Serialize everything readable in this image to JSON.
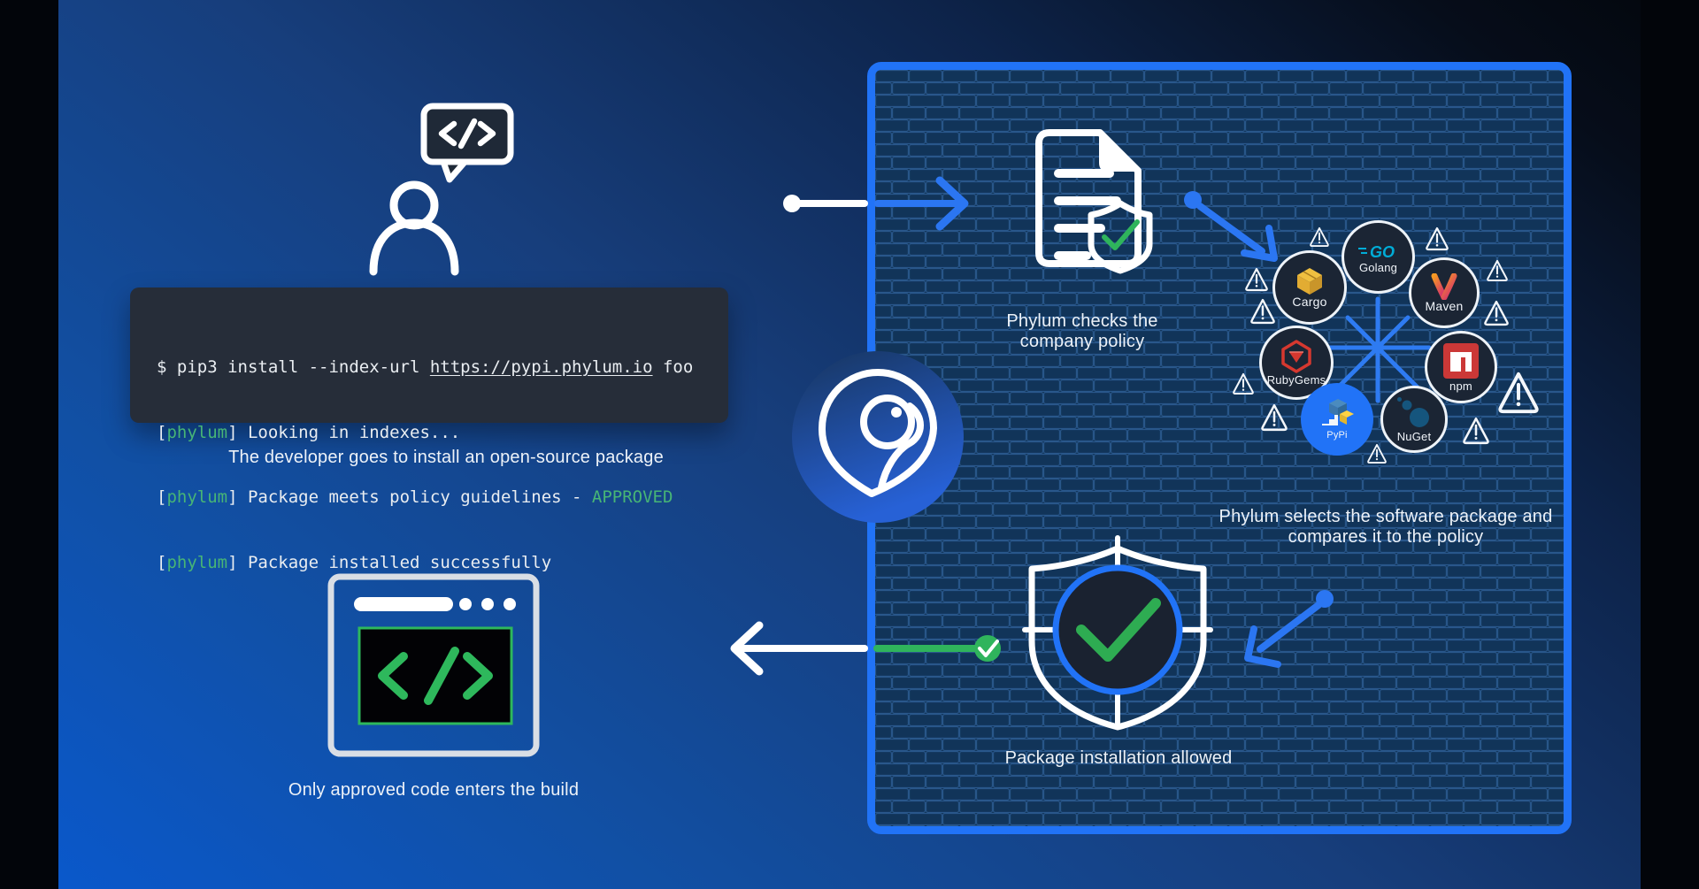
{
  "terminal": {
    "line1": {
      "pre": "$ pip3 install --index-url ",
      "url": "https://pypi.phylum.io",
      "post": " foo"
    },
    "bracket_open": "[",
    "tag": "phylum",
    "bracket_close": "] ",
    "line2": "Looking in indexes...",
    "line3": "Package meets policy guidelines - ",
    "line3_status": "APPROVED",
    "line4": "Package installed successfully"
  },
  "captions": {
    "developer": "The developer goes to install an open-source package",
    "policy_line1": "Phylum checks the",
    "policy_line2": "company policy",
    "select_line1": "Phylum selects the software package and",
    "select_line2": "compares it to the policy",
    "allowed": "Package installation allowed",
    "build": "Only approved code enters the build"
  },
  "packages": [
    {
      "id": "golang",
      "label": "Golang"
    },
    {
      "id": "cargo",
      "label": "Cargo"
    },
    {
      "id": "maven",
      "label": "Maven"
    },
    {
      "id": "rubygems",
      "label": "RubyGems"
    },
    {
      "id": "npm",
      "label": "npm"
    },
    {
      "id": "pypi",
      "label": "PyPi"
    },
    {
      "id": "nuget",
      "label": "NuGet"
    }
  ],
  "colors": {
    "accent_blue": "#2173f7",
    "success_green": "#2fb45c",
    "terminal_green": "#47b576",
    "golang_teal": "#00acd7",
    "npm_red": "#cb3837",
    "rubygems_red": "#d6382f",
    "cargo_amber": "#eab238",
    "pypi_yellow": "#ffd343",
    "nuget_blue": "#15557d"
  }
}
